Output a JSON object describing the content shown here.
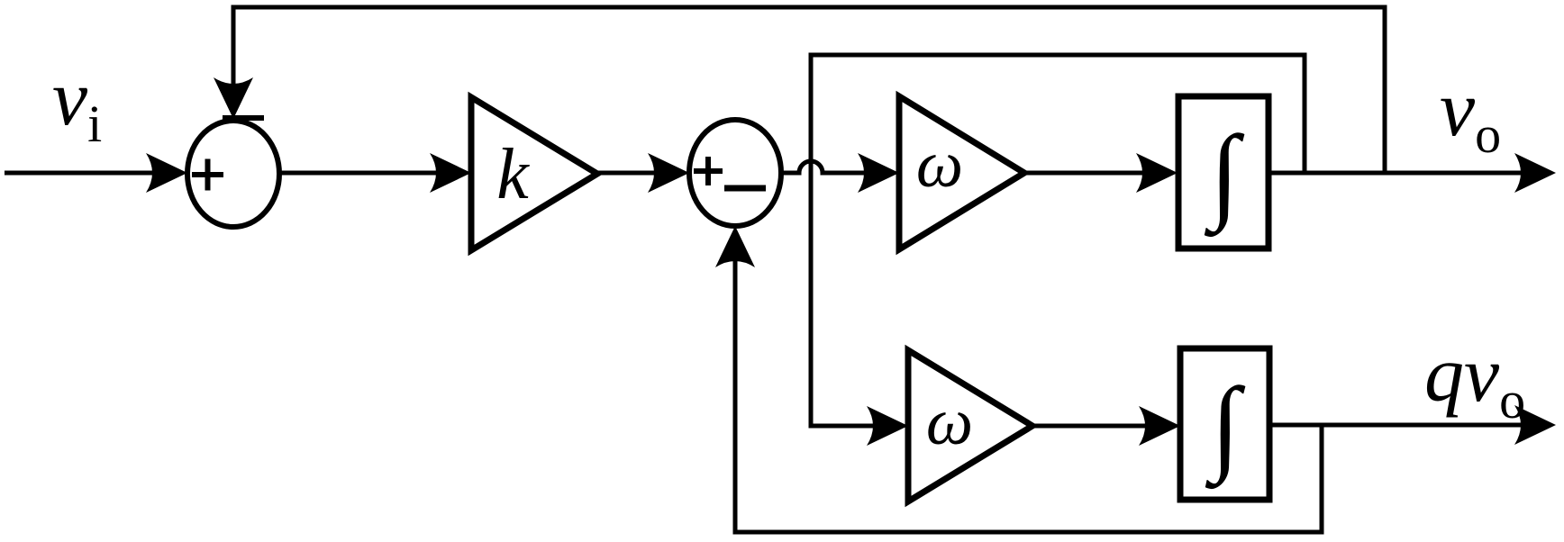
{
  "colors": {
    "line": "#000000",
    "background": "#ffffff"
  },
  "diagram": {
    "input_label": {
      "main": "v",
      "sub": "i"
    },
    "output_label": {
      "main": "v",
      "sub": "o"
    },
    "quadrature_output_label": {
      "main": "qv",
      "sub": "o"
    },
    "gain_k": {
      "label": "k"
    },
    "gain_omega_upper": {
      "label": "ω"
    },
    "gain_omega_lower": {
      "label": "ω"
    },
    "integrator_upper": {
      "label": "∫"
    },
    "integrator_lower": {
      "label": "∫"
    },
    "summing_junction_1": {
      "left_sign": "+",
      "top_sign": "−"
    },
    "summing_junction_2": {
      "left_sign": "+",
      "bottom_sign": "−"
    }
  }
}
